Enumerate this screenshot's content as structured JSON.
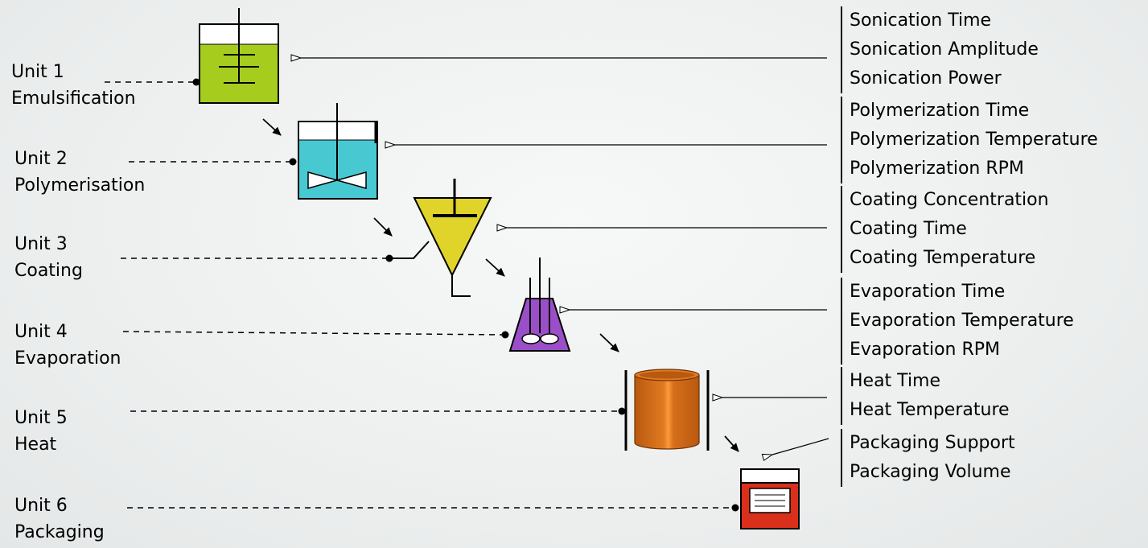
{
  "units": [
    {
      "number": "Unit 1",
      "name": "Emulsification",
      "params": [
        "Sonication Time",
        "Sonication Amplitude",
        "Sonication Power"
      ]
    },
    {
      "number": "Unit 2",
      "name": "Polymerisation",
      "params": [
        "Polymerization Time",
        "Polymerization Temperature",
        "Polymerization RPM"
      ]
    },
    {
      "number": "Unit 3",
      "name": "Coating",
      "params": [
        "Coating Concentration",
        "Coating Time",
        "Coating Temperature"
      ]
    },
    {
      "number": "Unit 4",
      "name": "Evaporation",
      "params": [
        "Evaporation Time",
        "Evaporation Temperature",
        "Evaporation RPM"
      ]
    },
    {
      "number": "Unit 5",
      "name": "Heat",
      "params": [
        "Heat Time",
        "Heat Temperature"
      ]
    },
    {
      "number": "Unit 6",
      "name": "Packaging",
      "params": [
        "Packaging Support",
        "Packaging Volume"
      ]
    }
  ],
  "colors": {
    "emulsification": "#a6cc1e",
    "polymerisation": "#48c9d2",
    "coating": "#e0d42a",
    "evaporation": "#9a4fc8",
    "heat": "#d66f1c",
    "packaging": "#d9301c"
  }
}
